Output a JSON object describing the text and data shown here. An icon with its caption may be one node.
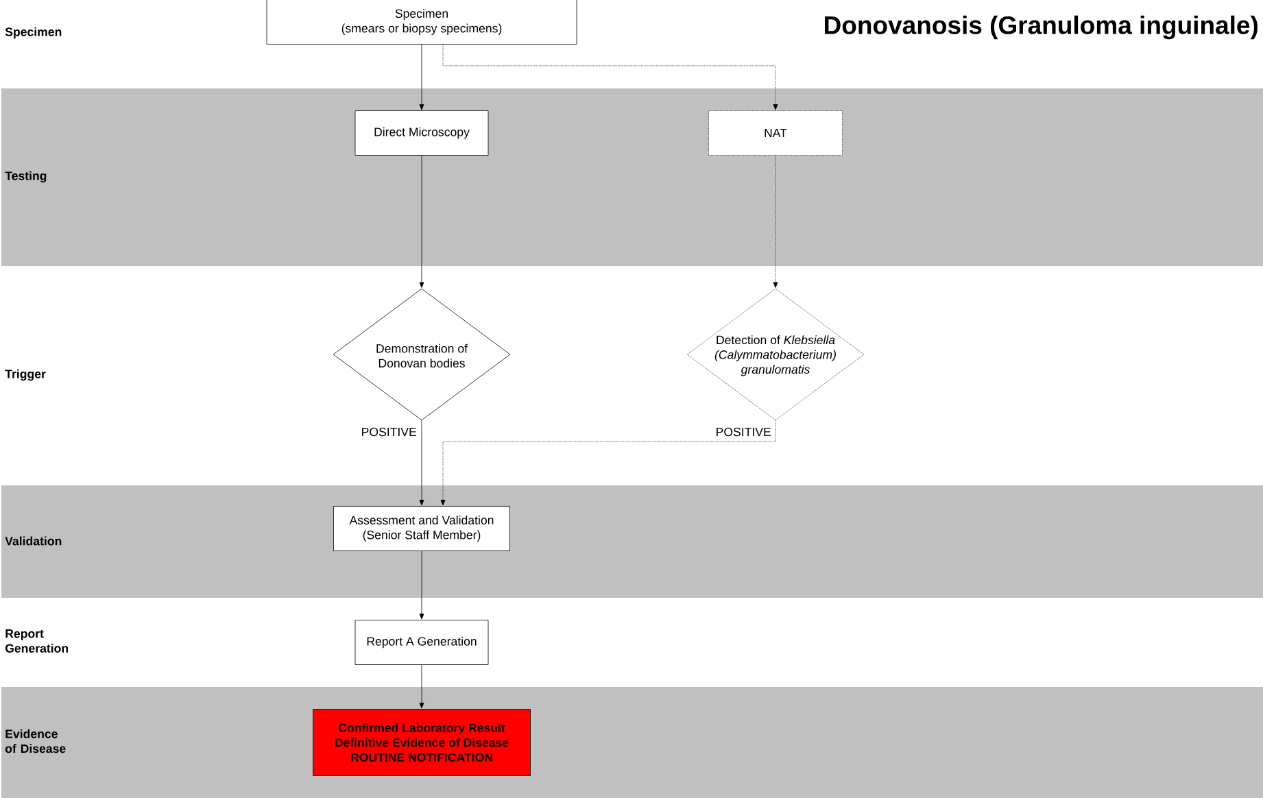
{
  "diagram": {
    "title": "Donovanosis (Granuloma inguinale)",
    "nodes": [
      {
        "text": [
          "Specimen",
          "(smears or biopsy specimens)"
        ]
      },
      {
        "text": [
          "Direct Microscopy"
        ]
      },
      {
        "text": [
          "NAT"
        ]
      },
      {
        "text": [
          "Demonstration of Donovan bodies"
        ]
      },
      {
        "text": [
          "Detection of *Klebsiella (Calymmatobacterium) granulomatis*"
        ]
      },
      {
        "text": [
          "Assessment and Validation",
          "(Senior Staff Member)"
        ]
      },
      {
        "text": [
          "Report A Generation"
        ]
      },
      {
        "text": [
          "Confirmed Laboratory Result",
          "Definitive Evidence of Disease",
          "ROUTINE NOTIFICATION"
        ]
      }
    ],
    "edges": [
      {
        "from": 0,
        "to": 1,
        "arrow": "to"
      },
      {
        "from": 0,
        "to": 2,
        "arrow": "to",
        "style": "dashed"
      },
      {
        "from": 1,
        "to": 3,
        "arrow": "to"
      },
      {
        "from": 2,
        "to": 4,
        "arrow": "to",
        "style": "dashed"
      },
      {
        "from": 3,
        "to": 5,
        "arrow": "to",
        "label": "POSITIVE"
      },
      {
        "from": 4,
        "to": 5,
        "arrow": "to",
        "style": "dashed",
        "label": "POSITIVE"
      },
      {
        "from": 5,
        "to": 6,
        "arrow": "to"
      },
      {
        "from": 6,
        "to": 7,
        "arrow": "to"
      }
    ],
    "labels": [
      "Specimen",
      "Testing",
      "Trigger",
      "Validation",
      "Report Generation",
      "Evidence of Disease"
    ]
  }
}
